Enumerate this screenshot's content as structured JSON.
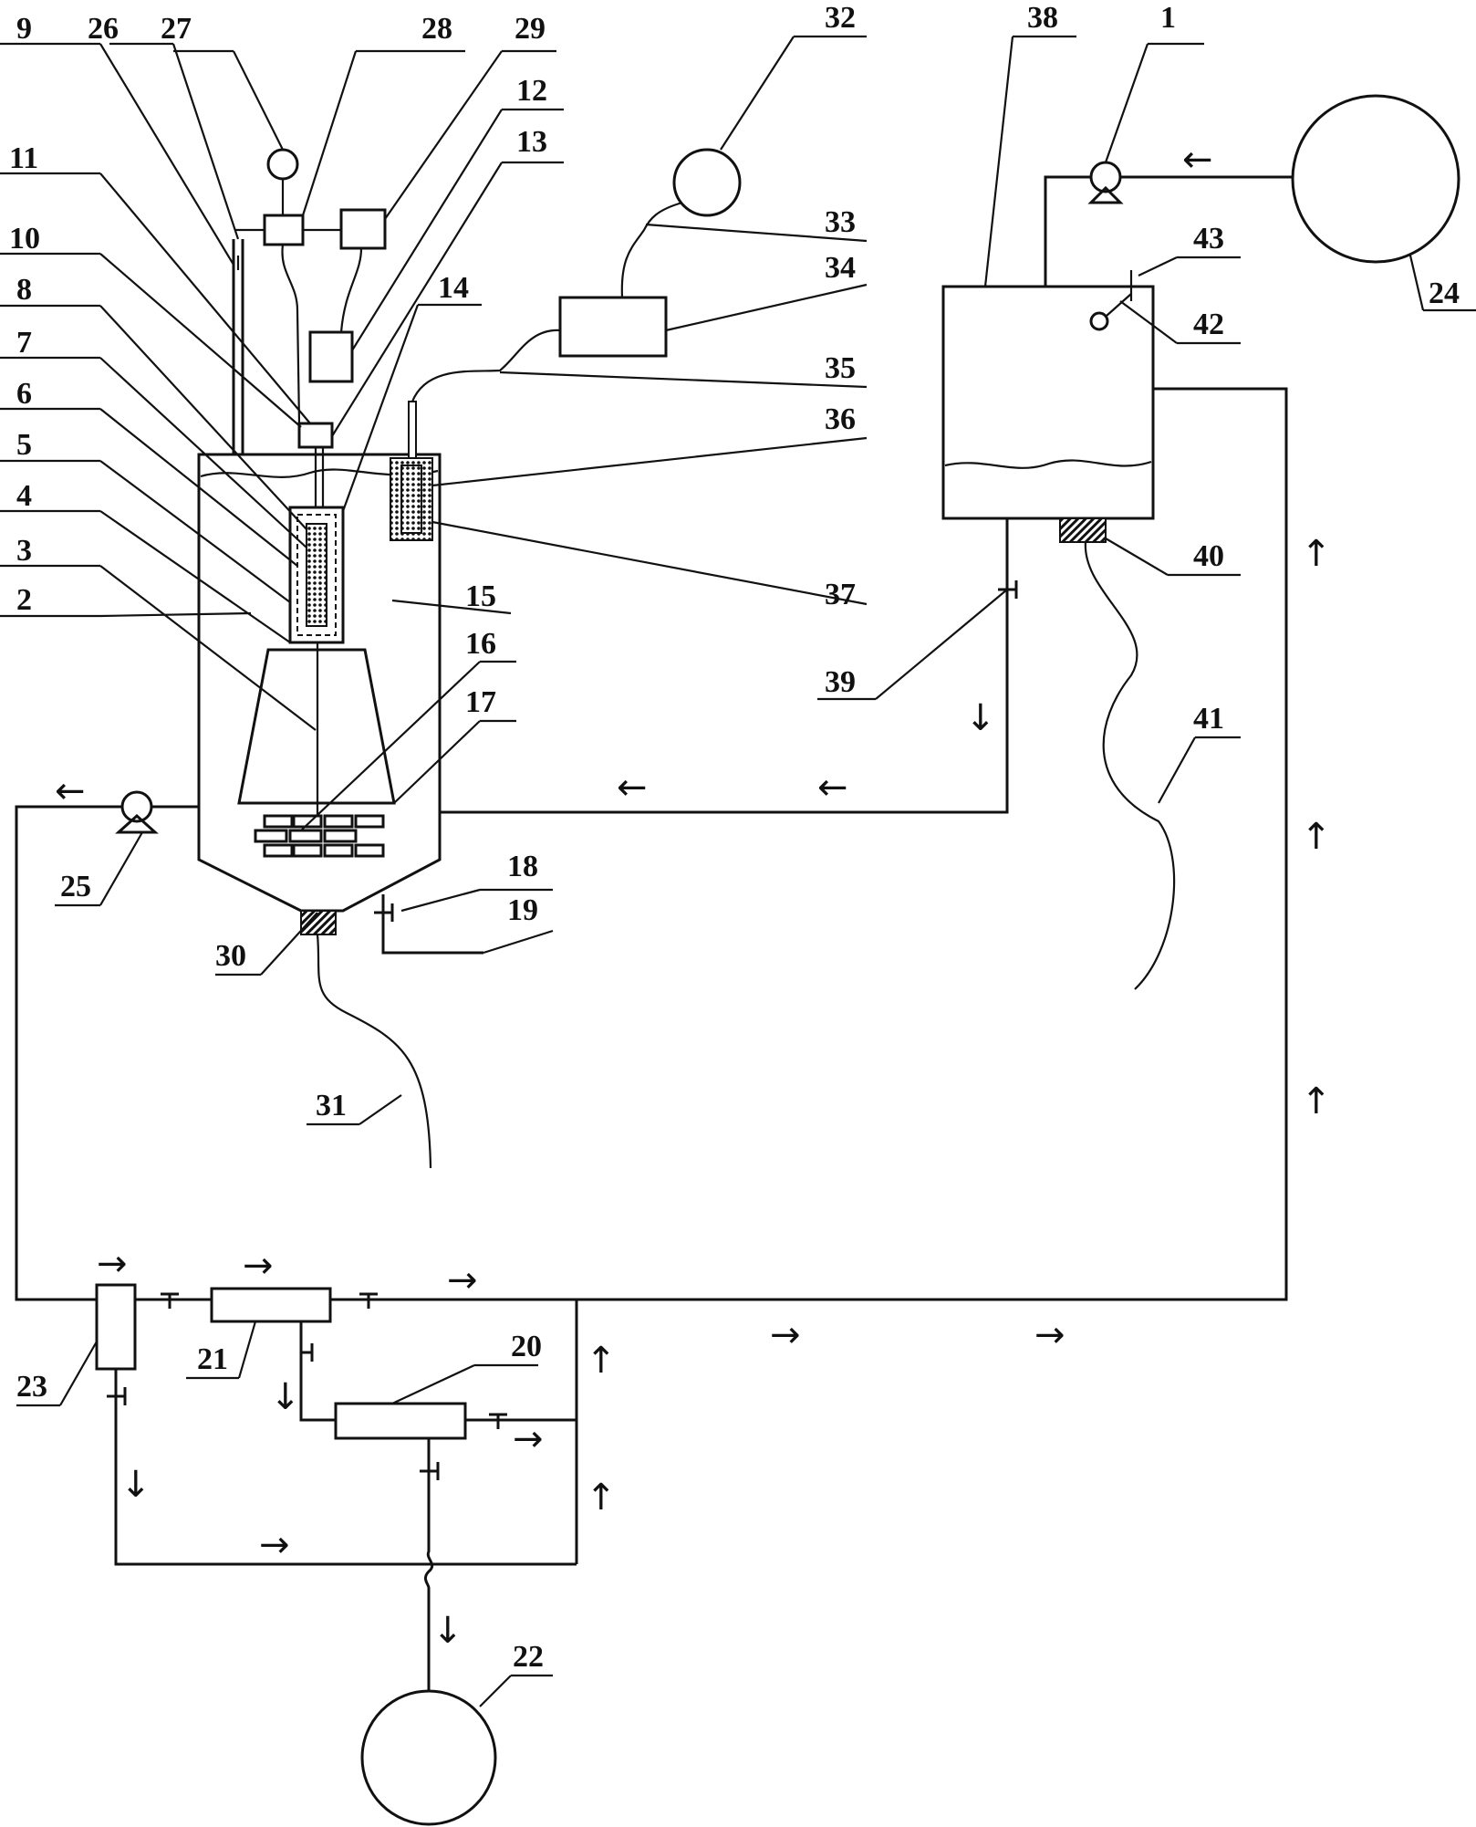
{
  "diagram": {
    "labels": [
      "1",
      "2",
      "3",
      "4",
      "5",
      "6",
      "7",
      "8",
      "9",
      "10",
      "11",
      "12",
      "13",
      "14",
      "15",
      "16",
      "17",
      "18",
      "19",
      "20",
      "21",
      "22",
      "23",
      "24",
      "25",
      "26",
      "27",
      "28",
      "29",
      "30",
      "31",
      "32",
      "33",
      "34",
      "35",
      "36",
      "37",
      "38",
      "39",
      "40",
      "41",
      "42",
      "43"
    ],
    "arrows": {
      "left": "←",
      "right": "→",
      "up": "↑",
      "down": "↓"
    }
  }
}
